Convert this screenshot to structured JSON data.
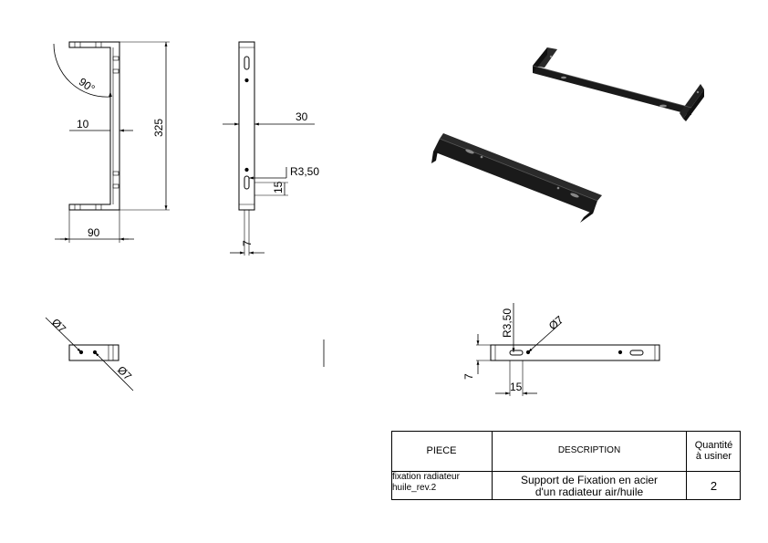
{
  "dimensions": {
    "angle": "90°",
    "thickness": "10",
    "height": "325",
    "width": "90",
    "side_width": "30",
    "radius": "R3,50",
    "slot_length": "15",
    "bottom_width": "7",
    "hole_a": "Ø7",
    "hole_b": "Ø7",
    "right_radius": "R3,50",
    "right_hole": "Ø7",
    "right_height": "7",
    "right_slot": "15"
  },
  "bom": {
    "headers": {
      "piece": "PIECE",
      "description": "DESCRIPTION",
      "quantity_line1": "Quantité",
      "quantity_line2": "à usiner"
    },
    "row": {
      "piece_line1": "fixation radiateur",
      "piece_line2": "huile_rev.2",
      "description_line1": "Support de Fixation en acier",
      "description_line2": "d'un radiateur air/huile",
      "quantity": "2"
    }
  },
  "colors": {
    "line": "#000000",
    "part_3d": "#1a1a1a",
    "part_3d_edge": "#555555"
  }
}
